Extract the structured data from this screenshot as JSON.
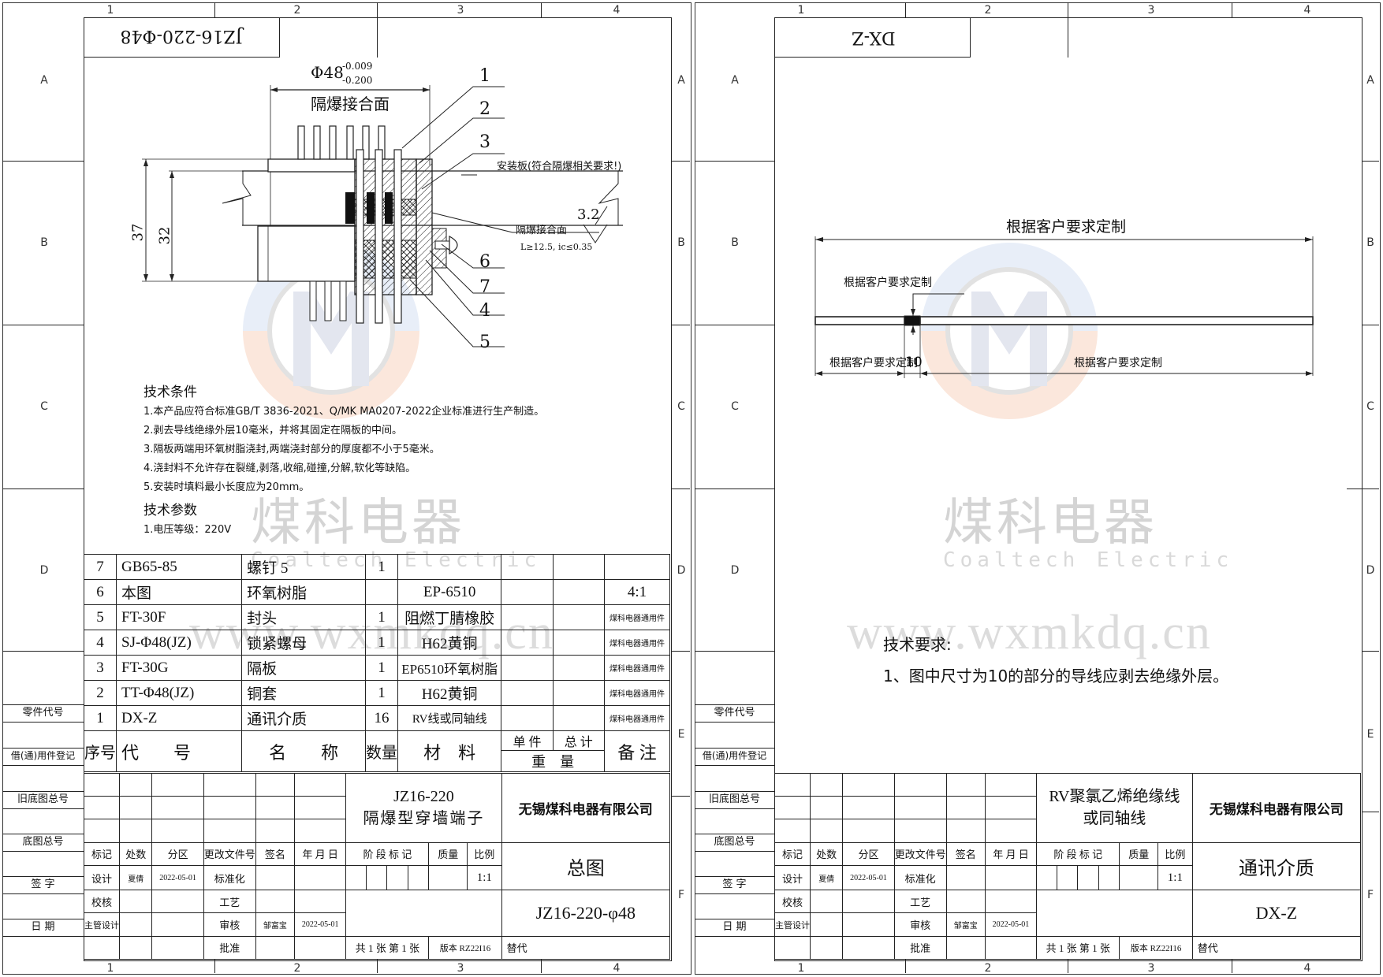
{
  "zones": {
    "columns": [
      "1",
      "2",
      "3",
      "4"
    ],
    "rows": [
      "A",
      "B",
      "C",
      "D",
      "E",
      "F"
    ]
  },
  "watermark": {
    "brand_cn": "煤科电器",
    "brand_en": "Coaltech Electric",
    "url": "www.wxmkdq.cn"
  },
  "left_sheet": {
    "stamp_code": "JZ16-220-Φ48",
    "drawing": {
      "diameter_dim": "Φ48",
      "tol_upper": "-0.009",
      "tol_lower": "-0.200",
      "flameproof_face_top": "隔爆接合面",
      "mount_plate_note": "安装板(符合隔爆相关要求!)",
      "flameproof_face_side": "隔爆接合面",
      "flameproof_spec": "L≥12.5, ic≤0.35",
      "roughness": "3.2",
      "dim_outer": "37",
      "dim_inner": "32",
      "balloons": [
        "1",
        "2",
        "3",
        "6",
        "7",
        "4",
        "5"
      ]
    },
    "tech_conditions": {
      "title": "技术条件",
      "items": [
        "1.本产品应符合标准GB/T 3836-2021、Q/MK MA0207-2022企业标准进行生产制造。",
        "2.剥去导线绝缘外层10毫米，并将其固定在隔板的中间。",
        "3.隔板两端用环氧树脂浇封,两端浇封部分的厚度都不小于5毫米。",
        "4.浇封料不允许存在裂缝,剥落,收缩,碰撞,分解,软化等缺陷。",
        "5.安装时填料最小长度应为20mm。"
      ]
    },
    "tech_params": {
      "title": "技术参数",
      "items": [
        "1.电压等级：220V"
      ]
    },
    "bom": {
      "rows": [
        {
          "no": "7",
          "code": "GB65-85",
          "name": "螺钉 5",
          "qty": "1",
          "material": "",
          "unit_wt": "",
          "total_wt": "",
          "remark": ""
        },
        {
          "no": "6",
          "code": "本图",
          "name": "环氧树脂",
          "qty": "",
          "material": "EP-6510",
          "unit_wt": "",
          "total_wt": "",
          "remark": "4:1"
        },
        {
          "no": "5",
          "code": "FT-30F",
          "name": "封头",
          "qty": "1",
          "material": "阻燃丁腈橡胶",
          "unit_wt": "",
          "total_wt": "",
          "remark": "煤科电器通用件"
        },
        {
          "no": "4",
          "code": "SJ-Φ48(JZ)",
          "name": "锁紧螺母",
          "qty": "1",
          "material": "H62黄铜",
          "unit_wt": "",
          "total_wt": "",
          "remark": "煤科电器通用件"
        },
        {
          "no": "3",
          "code": "FT-30G",
          "name": "隔板",
          "qty": "1",
          "material": "EP6510环氧树脂",
          "unit_wt": "",
          "total_wt": "",
          "remark": "煤科电器通用件"
        },
        {
          "no": "2",
          "code": "TT-Φ48(JZ)",
          "name": "铜套",
          "qty": "1",
          "material": "H62黄铜",
          "unit_wt": "",
          "total_wt": "",
          "remark": "煤科电器通用件"
        },
        {
          "no": "1",
          "code": "DX-Z",
          "name": "通讯介质",
          "qty": "16",
          "material": "RV线或同轴线",
          "unit_wt": "",
          "total_wt": "",
          "remark": "煤科电器通用件"
        }
      ],
      "header": {
        "no": "序号",
        "code": "代　　号",
        "name": "名　　称",
        "qty": "数量",
        "material": "材　料",
        "unit": "单 件",
        "total": "总 计",
        "weight": "重　量",
        "remark": "备 注"
      }
    },
    "title_block": {
      "product_code": "JZ16-220",
      "product_name": "隔爆型穿墙端子",
      "company": "无锡煤科电器有限公司",
      "drawing_name": "总图",
      "drawing_no": "JZ16-220-φ48",
      "scale": "1:1"
    }
  },
  "right_sheet": {
    "stamp_code": "DX-Z",
    "drawing": {
      "overall_dim": "根据客户要求定制",
      "strip_dim_label": "根据客户要求定制",
      "left_dim": "根据客户要求定制",
      "strip_len": "10",
      "right_dim": "根据客户要求定制"
    },
    "tech_req": {
      "title": "技术要求:",
      "items": [
        "1、图中尺寸为10的部分的导线应剥去绝缘外层。"
      ]
    },
    "title_block": {
      "product_name_line1": "RV聚氯乙烯绝缘线",
      "product_name_line2": "或同轴线",
      "company": "无锡煤科电器有限公司",
      "drawing_name": "通讯介质",
      "drawing_no": "DX-Z",
      "scale": "1:1"
    }
  },
  "common_title_block": {
    "left_strip": [
      "零件代号",
      "借(通)用件登记",
      "旧底图总号",
      "底图总号",
      "签 字",
      "日 期"
    ],
    "change_headers": [
      "标记",
      "处数",
      "分区",
      "更改文件号",
      "签名",
      "年 月 日"
    ],
    "stage_headers": {
      "stage": "阶 段 标 记",
      "mass": "质量",
      "scale": "比例"
    },
    "design": {
      "label": "设计",
      "name": "夏倩",
      "date": "2022-05-01"
    },
    "check": {
      "label": "校核"
    },
    "chief": {
      "label": "主管设计"
    },
    "standard": {
      "label": "标准化"
    },
    "process": {
      "label": "工艺"
    },
    "review": {
      "label": "审核",
      "name": "邹富宝",
      "date": "2022-05-01"
    },
    "approve": {
      "label": "批准"
    },
    "sheets": "共 1 张  第 1 张",
    "version": "版本 RZ22I16",
    "replace": "替代"
  }
}
